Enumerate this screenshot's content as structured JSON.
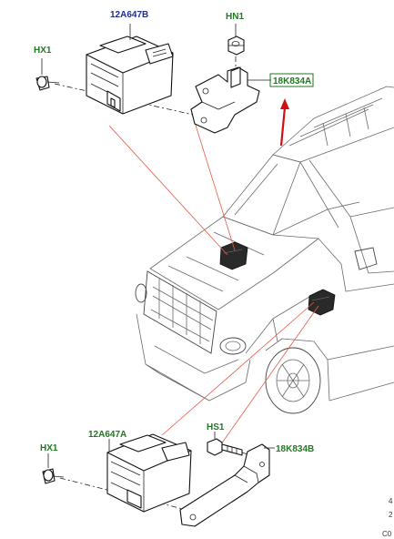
{
  "callouts": {
    "top_module": "12A647B",
    "top_nut": "HN1",
    "top_bracket": "18K834A",
    "top_screw": "HX1",
    "bottom_module": "12A647A",
    "bottom_bolt": "HS1",
    "bottom_bracket": "18K834B",
    "bottom_screw": "HX1"
  },
  "margin_marks": {
    "line1": "4",
    "line2": "2",
    "line3": "C0"
  },
  "colors": {
    "module_label": "#1f2f8f",
    "fastener_label": "#1f7a1f",
    "bracket_highlight_box": "#1f7a1f",
    "pointer_arrow": "#d01010",
    "leader_red": "#e85a4a"
  }
}
